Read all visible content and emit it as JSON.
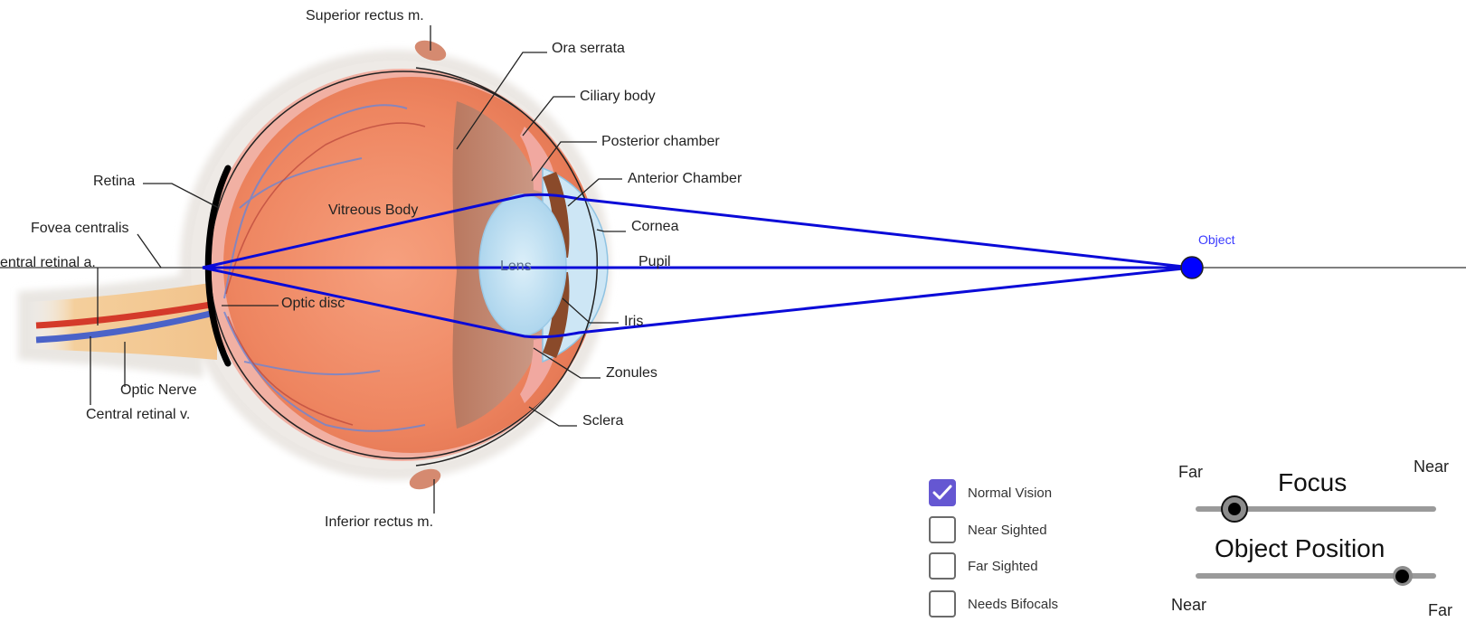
{
  "diagram": {
    "labels": {
      "superior_rectus": "Superior rectus m.",
      "ora_serrata": "Ora serrata",
      "ciliary_body": "Ciliary body",
      "posterior_chamber": "Posterior chamber",
      "anterior_chamber": "Anterior Chamber",
      "cornea": "Cornea",
      "pupil": "Pupil",
      "iris": "Iris",
      "zonules": "Zonules",
      "sclera": "Sclera",
      "inferior_rectus": "Inferior rectus m.",
      "retina": "Retina",
      "fovea_centralis": "Fovea centralis",
      "central_retinal_a": "entral retinal a.",
      "optic_disc": "Optic disc",
      "optic_nerve": "Optic Nerve",
      "central_retinal_v": "Central retinal v.",
      "vitreous_body": "Vitreous Body",
      "lens": "Lens"
    },
    "object_label": "Object",
    "ray_color": "#0a0ad8",
    "object_color": "#0000ff"
  },
  "vision_options": [
    {
      "label": "Normal Vision",
      "checked": true
    },
    {
      "label": "Near Sighted",
      "checked": false
    },
    {
      "label": "Far Sighted",
      "checked": false
    },
    {
      "label": "Needs Bifocals",
      "checked": false
    }
  ],
  "checkbox_color": "#6557d2",
  "sliders": {
    "focus": {
      "title": "Focus",
      "left_label": "Far",
      "right_label": "Near",
      "value_fraction": 0.16
    },
    "object_position": {
      "title": "Object Position",
      "left_label": "Near",
      "right_label": "Far",
      "value_fraction": 0.86
    }
  }
}
